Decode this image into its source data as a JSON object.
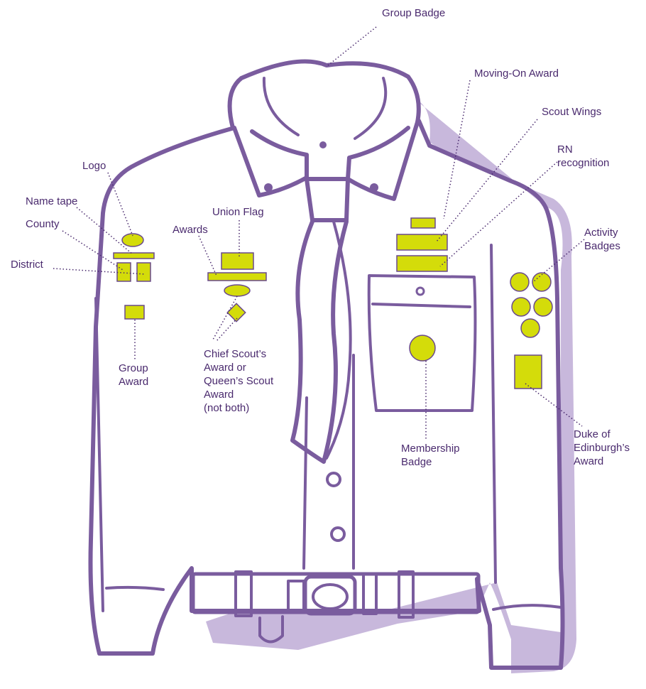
{
  "labels": {
    "group_badge": "Group Badge",
    "moving_on_award": "Moving-On Award",
    "scout_wings": "Scout Wings",
    "rn_recognition": "RN\nrecognition",
    "logo": "Logo",
    "name_tape": "Name tape",
    "county": "County",
    "district": "District",
    "union_flag": "Union Flag",
    "awards": "Awards",
    "activity_badges": "Activity\nBadges",
    "group_award": "Group\nAward",
    "chief_scout_award": "Chief Scout’s\nAward or\nQueen’s Scout\nAward\n(not both)",
    "membership_badge": "Membership\nBadge",
    "duke_of_edinburgh_award": "Duke of\nEdinburgh’s\nAward"
  },
  "colors": {
    "outline": "#7a5c9e",
    "shadow": "#c8b8dc",
    "badge_fill": "#d4dc0a",
    "badge_stroke": "#6a4a8c",
    "label_text": "#4a2a6e"
  }
}
